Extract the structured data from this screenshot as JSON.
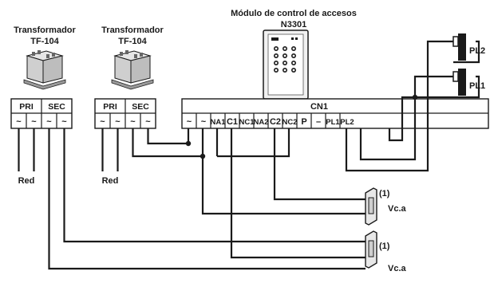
{
  "module": {
    "title": "Módulo de control de accesos",
    "model": "N3301",
    "connector_name": "CN1",
    "terminals": [
      "~",
      "~",
      "NA1",
      "C1",
      "NC1",
      "NA2",
      "C2",
      "NC2",
      "P",
      "–",
      "PL1",
      "PL2"
    ]
  },
  "transformers": [
    {
      "title": "Transformador",
      "model": "TF-104",
      "pri_label": "PRI",
      "sec_label": "SEC",
      "terminals": [
        "~",
        "~",
        "~",
        "~"
      ],
      "mains_label": "Red"
    },
    {
      "title": "Transformador",
      "model": "TF-104",
      "pri_label": "PRI",
      "sec_label": "SEC",
      "terminals": [
        "~",
        "~",
        "~",
        "~"
      ],
      "mains_label": "Red"
    }
  ],
  "pushbuttons": [
    "PL2",
    "PL1"
  ],
  "locks": [
    {
      "note": "(1)",
      "supply": "Vc.a"
    },
    {
      "note": "(1)",
      "supply": "Vc.a"
    }
  ],
  "icons": [
    "transformer-icon",
    "keypad-module-icon",
    "push-button-icon",
    "electric-lock-icon",
    "junction-dot-icon"
  ]
}
